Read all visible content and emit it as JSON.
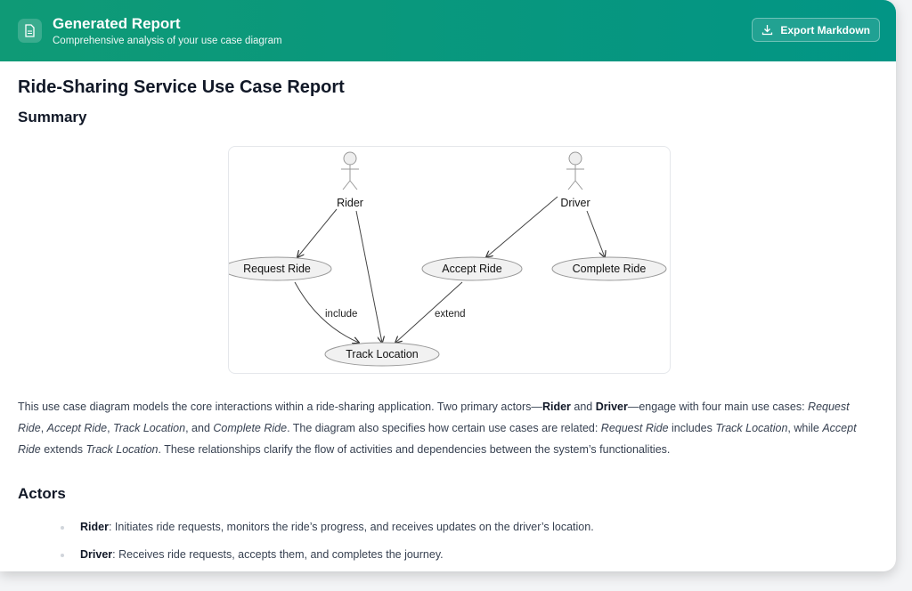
{
  "header": {
    "title": "Generated Report",
    "subtitle": "Comprehensive analysis of your use case diagram",
    "export_label": "Export Markdown",
    "icon": "document-icon",
    "export_icon": "download-icon",
    "accent": "#0f9a76"
  },
  "report": {
    "title": "Ride-Sharing Service Use Case Report",
    "summary_heading": "Summary",
    "actors_heading": "Actors"
  },
  "diagram": {
    "actors": [
      "Rider",
      "Driver"
    ],
    "use_cases": [
      "Request Ride",
      "Accept Ride",
      "Complete Ride",
      "Track Location"
    ],
    "relations": [
      {
        "from": "Rider",
        "to": "Request Ride"
      },
      {
        "from": "Rider",
        "to": "Track Location"
      },
      {
        "from": "Driver",
        "to": "Accept Ride"
      },
      {
        "from": "Driver",
        "to": "Complete Ride"
      },
      {
        "from": "Request Ride",
        "to": "Track Location",
        "label": "include"
      },
      {
        "from": "Accept Ride",
        "to": "Track Location",
        "label": "extend"
      }
    ]
  },
  "summary": [
    {
      "t": "This use case diagram models the core interactions within a ride-sharing application. Two primary actors—",
      "s": "n"
    },
    {
      "t": "Rider",
      "s": "b"
    },
    {
      "t": " and ",
      "s": "n"
    },
    {
      "t": "Driver",
      "s": "b"
    },
    {
      "t": "—engage with four main use cases: ",
      "s": "n"
    },
    {
      "t": "Request Ride",
      "s": "i"
    },
    {
      "t": ", ",
      "s": "n"
    },
    {
      "t": "Accept Ride",
      "s": "i"
    },
    {
      "t": ", ",
      "s": "n"
    },
    {
      "t": "Track Location",
      "s": "i"
    },
    {
      "t": ", and ",
      "s": "n"
    },
    {
      "t": "Complete Ride",
      "s": "i"
    },
    {
      "t": ". The diagram also specifies how certain use cases are related: ",
      "s": "n"
    },
    {
      "t": "Request Ride",
      "s": "i"
    },
    {
      "t": " includes ",
      "s": "n"
    },
    {
      "t": "Track Location",
      "s": "i"
    },
    {
      "t": ", while ",
      "s": "n"
    },
    {
      "t": "Accept Ride",
      "s": "i"
    },
    {
      "t": " extends ",
      "s": "n"
    },
    {
      "t": "Track Location",
      "s": "i"
    },
    {
      "t": ". These relationships clarify the flow of activities and dependencies between the system’s functionalities.",
      "s": "n"
    }
  ],
  "actors": [
    {
      "name": "Rider",
      "desc": ": Initiates ride requests, monitors the ride’s progress, and receives updates on the driver’s location."
    },
    {
      "name": "Driver",
      "desc": ": Receives ride requests, accepts them, and completes the journey."
    }
  ]
}
